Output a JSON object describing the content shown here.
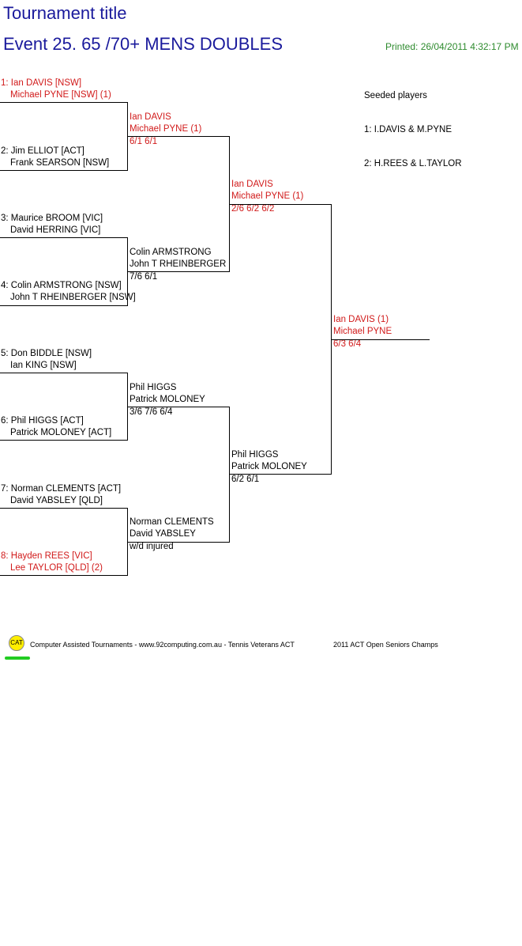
{
  "header": {
    "tournament_title": "Tournament title",
    "event_title": "Event 25. 65 /70+ MENS DOUBLES",
    "printed": "Printed: 26/04/2011 4:32:17 PM"
  },
  "seeded": {
    "heading": "Seeded players",
    "items": [
      "1: I.DAVIS & M.PYNE",
      "2: H.REES & L.TAYLOR"
    ]
  },
  "round1": [
    {
      "p1": "1: Ian DAVIS [NSW]",
      "p2": "Michael PYNE [NSW] (1)"
    },
    {
      "p1": "2: Jim ELLIOT [ACT]",
      "p2": "Frank SEARSON [NSW]"
    },
    {
      "p1": "3: Maurice BROOM [VIC]",
      "p2": "David HERRING [VIC]"
    },
    {
      "p1": "4: Colin ARMSTRONG [NSW]",
      "p2": "John T RHEINBERGER [NSW]"
    },
    {
      "p1": "5: Don BIDDLE [NSW]",
      "p2": "Ian KING [NSW]"
    },
    {
      "p1": "6: Phil HIGGS [ACT]",
      "p2": "Patrick MOLONEY [ACT]"
    },
    {
      "p1": "7: Norman CLEMENTS [ACT]",
      "p2": "David YABSLEY [QLD]"
    },
    {
      "p1": "8: Hayden REES [VIC]",
      "p2": "Lee TAYLOR [QLD] (2)"
    }
  ],
  "round2": [
    {
      "p1": "Ian DAVIS",
      "p2": "Michael PYNE (1)",
      "score": "6/1 6/1"
    },
    {
      "p1": "Colin ARMSTRONG",
      "p2": "John T RHEINBERGER",
      "score": "7/6 6/1"
    },
    {
      "p1": "Phil HIGGS",
      "p2": "Patrick MOLONEY",
      "score": "3/6 7/6 6/4"
    },
    {
      "p1": "Norman CLEMENTS",
      "p2": "David YABSLEY",
      "score": "w/d injured"
    }
  ],
  "round3": [
    {
      "p1": "Ian DAVIS",
      "p2": "Michael PYNE (1)",
      "score": "2/6 6/2 6/2"
    },
    {
      "p1": "Phil HIGGS",
      "p2": "Patrick MOLONEY",
      "score": "6/2 6/1"
    }
  ],
  "final": {
    "p1": "Ian DAVIS (1)",
    "p2": "Michael PYNE",
    "score": "6/3 6/4"
  },
  "footer": {
    "logo_text": "CAT",
    "credit": "Computer Assisted Tournaments - www.92computing.com.au -  Tennis Veterans ACT",
    "event_name": "2011 ACT Open Seniors Champs"
  }
}
